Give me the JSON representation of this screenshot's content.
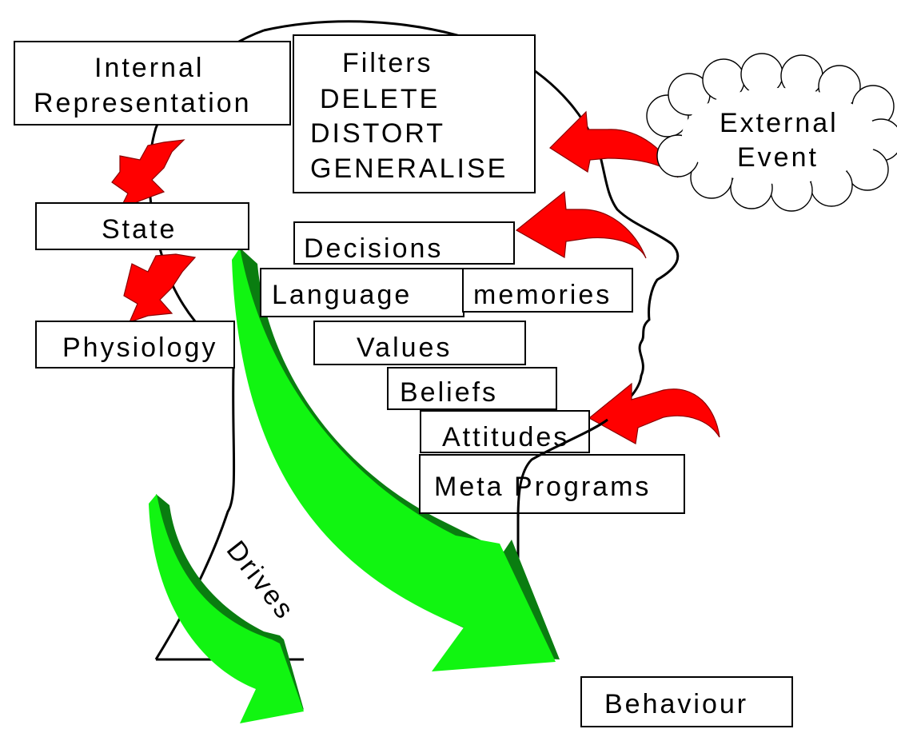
{
  "diagram": {
    "internal_representation": [
      "Internal",
      "Representation"
    ],
    "filters": [
      "Filters",
      "DELETE",
      "DISTORT",
      "GENERALISE"
    ],
    "external_event": [
      "External",
      "Event"
    ],
    "state": "State",
    "physiology": "Physiology",
    "decisions": "Decisions",
    "language": "Language",
    "memories": "memories",
    "values": "Values",
    "beliefs": "Beliefs",
    "attitudes": "Attitudes",
    "meta_programs": "Meta Programs",
    "drives": "Drives",
    "behaviour": "Behaviour"
  },
  "colors": {
    "red_arrow": "#ff0000",
    "green_arrow": "#11f511",
    "green_arrow_edge": "#0a7d10",
    "outline": "#000000"
  }
}
